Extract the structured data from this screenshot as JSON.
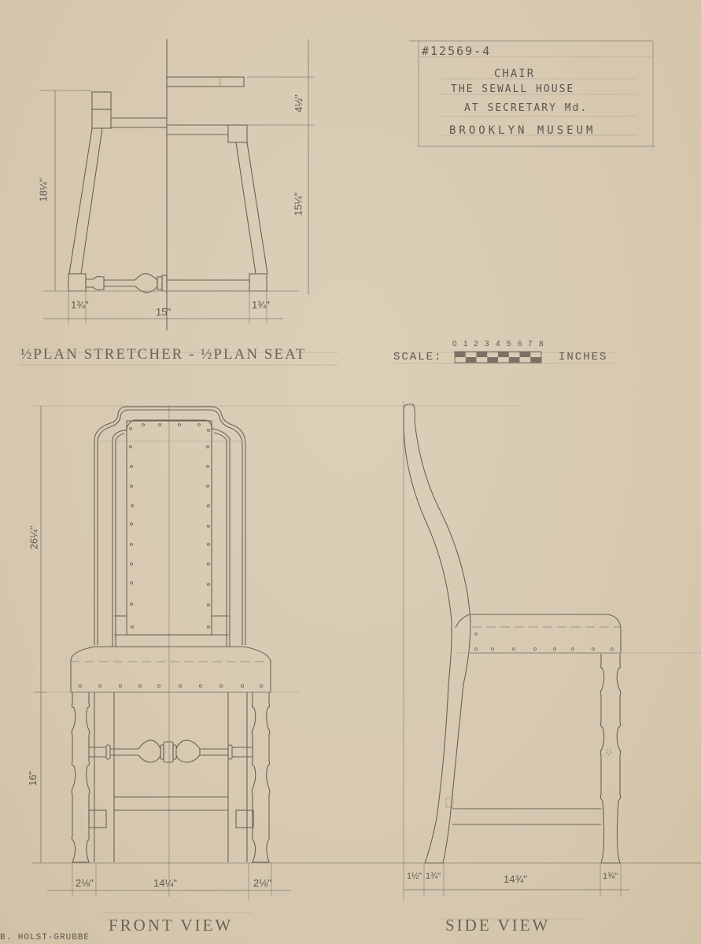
{
  "title_block": {
    "catalog_number": "#12569-4",
    "object": "CHAIR",
    "line2": "THE SEWALL HOUSE",
    "line3": "AT SECRETARY Md.",
    "line4": "BROOKLYN MUSEUM"
  },
  "scale": {
    "label": "SCALE:",
    "unit": "INCHES",
    "ticks": [
      "0",
      "1",
      "2",
      "3",
      "4",
      "5",
      "6",
      "7",
      "8"
    ]
  },
  "plan_view": {
    "caption": "½PLAN STRETCHER - ½PLAN SEAT",
    "dims": {
      "overall_depth": "18¼\"",
      "seat_depth": "15¼\"",
      "back_offset": "4½\"",
      "left_leg": "1¾\"",
      "width": "15\"",
      "right_leg": "1¾\""
    }
  },
  "front_view": {
    "caption": "FRONT VIEW",
    "dims": {
      "back_height": "26¼\"",
      "seat_height": "16\"",
      "left_leg": "2⅛\"",
      "width": "14¼\"",
      "right_leg": "2⅛\""
    }
  },
  "side_view": {
    "caption": "SIDE VIEW",
    "dims": {
      "back_post": "1½\"",
      "rear_leg": "1¾\"",
      "depth": "14¾\"",
      "front_leg": "1¾\""
    }
  },
  "signature": "B. HOLST-GRUBBE",
  "colors": {
    "paper": "#d8cbb3",
    "pencil": "#6b6356"
  }
}
